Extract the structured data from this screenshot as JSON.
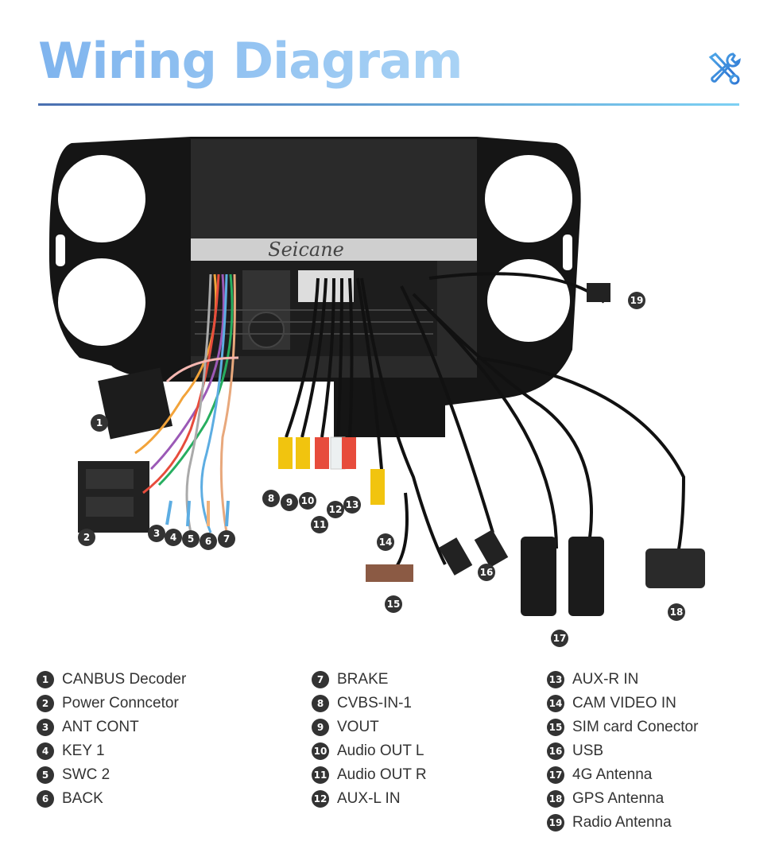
{
  "header": {
    "title": "Wiring Diagram",
    "icon": "tools-icon"
  },
  "diagram": {
    "brand": "Seicane",
    "markers": [
      "1",
      "2",
      "3",
      "4",
      "5",
      "6",
      "7",
      "8",
      "9",
      "10",
      "11",
      "12",
      "13",
      "14",
      "15",
      "16",
      "17",
      "18",
      "19"
    ]
  },
  "legend": {
    "columns": [
      [
        {
          "num": "1",
          "label": "CANBUS Decoder"
        },
        {
          "num": "2",
          "label": "Power Conncetor"
        },
        {
          "num": "3",
          "label": "ANT CONT"
        },
        {
          "num": "4",
          "label": "KEY 1"
        },
        {
          "num": "5",
          "label": "SWC 2"
        },
        {
          "num": "6",
          "label": "BACK"
        }
      ],
      [
        {
          "num": "7",
          "label": "BRAKE"
        },
        {
          "num": "8",
          "label": "CVBS-IN-1"
        },
        {
          "num": "9",
          "label": "VOUT"
        },
        {
          "num": "10",
          "label": "Audio OUT L"
        },
        {
          "num": "11",
          "label": "Audio OUT R"
        },
        {
          "num": "12",
          "label": "AUX-L IN"
        }
      ],
      [
        {
          "num": "13",
          "label": "AUX-R IN"
        },
        {
          "num": "14",
          "label": "CAM VIDEO IN"
        },
        {
          "num": "15",
          "label": "SIM card Conector"
        },
        {
          "num": "16",
          "label": "USB"
        },
        {
          "num": "17",
          "label": "4G Antenna"
        },
        {
          "num": "18",
          "label": "GPS Antenna"
        },
        {
          "num": "19",
          "label": "Radio Antenna"
        }
      ]
    ]
  }
}
